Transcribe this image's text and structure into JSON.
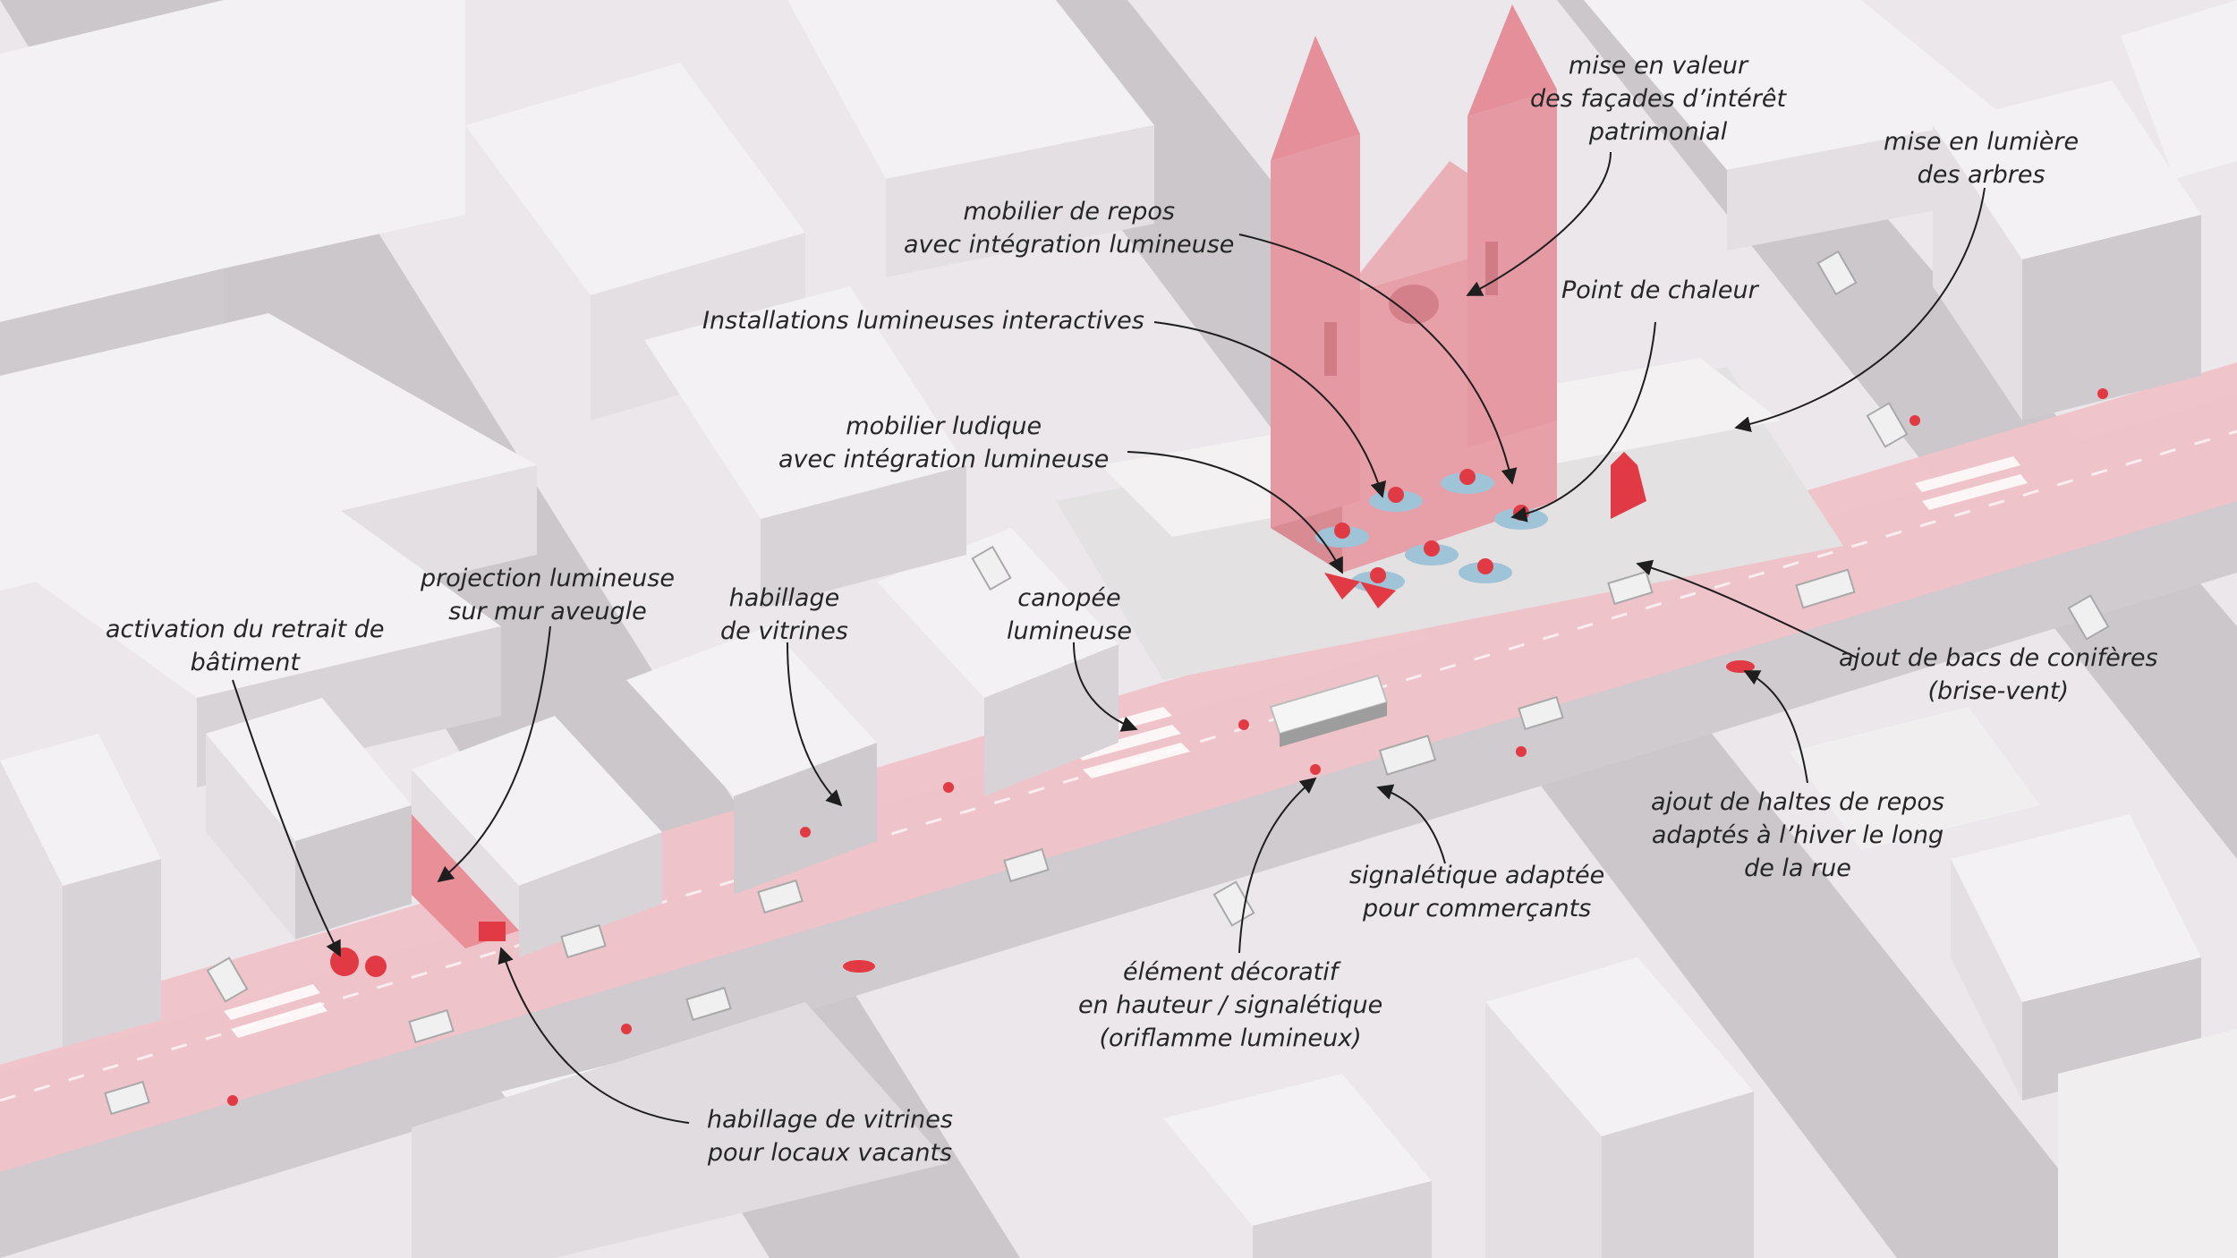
{
  "colors": {
    "background": "#ebe7ea",
    "building_top": "#f3f1f3",
    "building_side_light": "#e3dfe2",
    "building_side_dark": "#cfcacd",
    "road": "#c9c5c8",
    "road_band": "#eec0c6",
    "highlight_red": "#e23a45",
    "church": "#e7a0a8",
    "plaza": "#e8e5e6",
    "ice_blue": "#9fc3d7",
    "text": "#262626",
    "leader_line": "#1e1e1e"
  },
  "annotations": [
    {
      "id": "facades",
      "lines": [
        "mise en valeur",
        "des façades d’intérêt",
        "patrimonial"
      ]
    },
    {
      "id": "arbres",
      "lines": [
        "mise en lumière",
        "des arbres"
      ]
    },
    {
      "id": "mobilier-repos",
      "lines": [
        "mobilier de repos",
        "avec intégration lumineuse"
      ]
    },
    {
      "id": "installations",
      "lines": [
        "Installations lumineuses interactives"
      ]
    },
    {
      "id": "chaleur",
      "lines": [
        "Point de chaleur"
      ]
    },
    {
      "id": "ludique",
      "lines": [
        "mobilier ludique",
        "avec intégration lumineuse"
      ]
    },
    {
      "id": "projection",
      "lines": [
        "projection lumineuse",
        "sur mur aveugle"
      ]
    },
    {
      "id": "habillage",
      "lines": [
        "habillage",
        "de vitrines"
      ]
    },
    {
      "id": "canopee",
      "lines": [
        "canopée",
        "lumineuse"
      ]
    },
    {
      "id": "activation",
      "lines": [
        "activation du retrait de",
        "bâtiment"
      ]
    },
    {
      "id": "coniferes",
      "lines": [
        "ajout de bacs de conifères",
        "(brise-vent)"
      ]
    },
    {
      "id": "haltes",
      "lines": [
        "ajout de haltes de repos",
        "adaptés à l’hiver le long",
        "de la rue"
      ]
    },
    {
      "id": "signaletique",
      "lines": [
        "signalétique adaptée",
        "pour commerçants"
      ]
    },
    {
      "id": "oriflamme",
      "lines": [
        "élément décoratif",
        "en hauteur / signalétique",
        "(oriflamme lumineux)"
      ]
    },
    {
      "id": "vacants",
      "lines": [
        "habillage de vitrines",
        "pour locaux vacants"
      ]
    }
  ]
}
